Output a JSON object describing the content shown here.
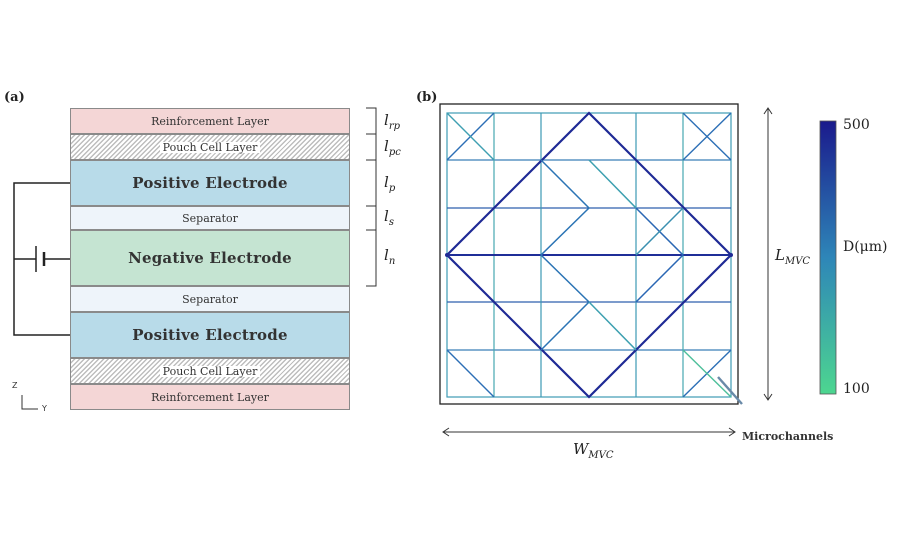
{
  "panel_a": {
    "label": "(a)",
    "layers": [
      {
        "label": "Reinforcement Layer",
        "color": "#f4d6d6",
        "style": "thin"
      },
      {
        "label": "Pouch Cell Layer",
        "color": "hatched",
        "style": "thin"
      },
      {
        "label": "Positive Electrode",
        "color": "#b8dbe9",
        "style": "thick"
      },
      {
        "label": "Separator",
        "color": "#eef4fa",
        "style": "thin"
      },
      {
        "label": "Negative Electrode",
        "color": "#c5e4d2",
        "style": "thick"
      },
      {
        "label": "Separator",
        "color": "#eef4fa",
        "style": "thin"
      },
      {
        "label": "Positive Electrode",
        "color": "#b8dbe9",
        "style": "thick"
      },
      {
        "label": "Pouch Cell Layer",
        "color": "hatched",
        "style": "thin"
      },
      {
        "label": "Reinforcement Layer",
        "color": "#f4d6d6",
        "style": "thin"
      }
    ],
    "dimensions": [
      {
        "base": "l",
        "sub": "rp"
      },
      {
        "base": "l",
        "sub": "pc"
      },
      {
        "base": "l",
        "sub": "p"
      },
      {
        "base": "l",
        "sub": "s"
      },
      {
        "base": "l",
        "sub": "n"
      }
    ],
    "axis": {
      "z": "Z",
      "y": "Y"
    }
  },
  "panel_b": {
    "label": "(b)",
    "height_label": {
      "base": "L",
      "sub": "MVC"
    },
    "width_label": {
      "base": "W",
      "sub": "MVC"
    },
    "callout": "Microchannels",
    "colorbar": {
      "max": "500",
      "min": "100",
      "title": "D(μm)",
      "color_max": "#1a1a8c",
      "color_mid": "#2e86b8",
      "color_min": "#4dd690"
    }
  }
}
